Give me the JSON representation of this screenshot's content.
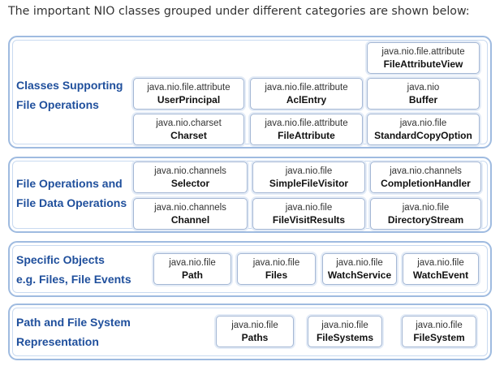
{
  "intro": "The important NIO classes grouped under different categories are shown below:",
  "categories": [
    {
      "label_line1": "Classes Supporting",
      "label_line2": "File Operations",
      "boxes": [
        {
          "pkg": "java.nio.file.attribute",
          "cls": "FileAttributeView"
        },
        {
          "pkg": "java.nio.file.attribute",
          "cls": "UserPrincipal"
        },
        {
          "pkg": "java.nio.file.attribute",
          "cls": "AclEntry"
        },
        {
          "pkg": "java.nio",
          "cls": "Buffer"
        },
        {
          "pkg": "java.nio.charset",
          "cls": "Charset"
        },
        {
          "pkg": "java.nio.file.attribute",
          "cls": "FileAttribute"
        },
        {
          "pkg": "java.nio.file",
          "cls": "StandardCopyOption"
        }
      ]
    },
    {
      "label_line1": "File Operations and",
      "label_line2": "File Data Operations",
      "boxes": [
        {
          "pkg": "java.nio.channels",
          "cls": "Selector"
        },
        {
          "pkg": "java.nio.file",
          "cls": "SimpleFileVisitor"
        },
        {
          "pkg": "java.nio.channels",
          "cls": "CompletionHandler"
        },
        {
          "pkg": "java.nio.channels",
          "cls": "Channel"
        },
        {
          "pkg": "java.nio.file",
          "cls": "FileVisitResults"
        },
        {
          "pkg": "java.nio.file",
          "cls": "DirectoryStream"
        }
      ]
    },
    {
      "label_line1": "Specific Objects",
      "label_line2": "e.g. Files, File Events",
      "boxes": [
        {
          "pkg": "java.nio.file",
          "cls": "Path"
        },
        {
          "pkg": "java.nio.file",
          "cls": "Files"
        },
        {
          "pkg": "java.nio.file",
          "cls": "WatchService"
        },
        {
          "pkg": "java.nio.file",
          "cls": "WatchEvent"
        }
      ]
    },
    {
      "label_line1": "Path and File System",
      "label_line2": "Representation",
      "boxes": [
        {
          "pkg": "java.nio.file",
          "cls": "Paths"
        },
        {
          "pkg": "java.nio.file",
          "cls": "FileSystems"
        },
        {
          "pkg": "java.nio.file",
          "cls": "FileSystem"
        }
      ]
    }
  ]
}
